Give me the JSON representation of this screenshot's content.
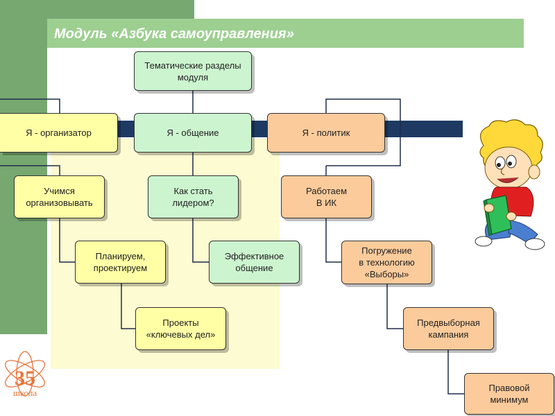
{
  "title": "Модуль «Азбука самоуправления»",
  "nodes": {
    "root": "Тематические разделы\nмодуля",
    "organizer": "Я - организатор",
    "communication": "Я - общение",
    "politician": "Я - политик",
    "learn_organize": "Учимся\nорганизовывать",
    "plan_design": "Планируем,\nпроектируем",
    "projects": "Проекты\n«ключевых дел»",
    "how_leader": "Как стать\nлидером?",
    "effective_comm": "Эффективное\nобщение",
    "work_ik": "Работаем\nВ ИК",
    "immersion": "Погружение\nв технологию\n«Выборы»",
    "pre_election": "Предвыборная\nкампания",
    "legal_minimum": "Правовой\nминимум"
  },
  "logo": {
    "text": "школа",
    "number": "35"
  },
  "colors": {
    "green_node": "#ccf5cf",
    "yellow_node": "#ffffa6",
    "orange_node": "#fccb9b",
    "navy_bar": "#1e3a63"
  }
}
